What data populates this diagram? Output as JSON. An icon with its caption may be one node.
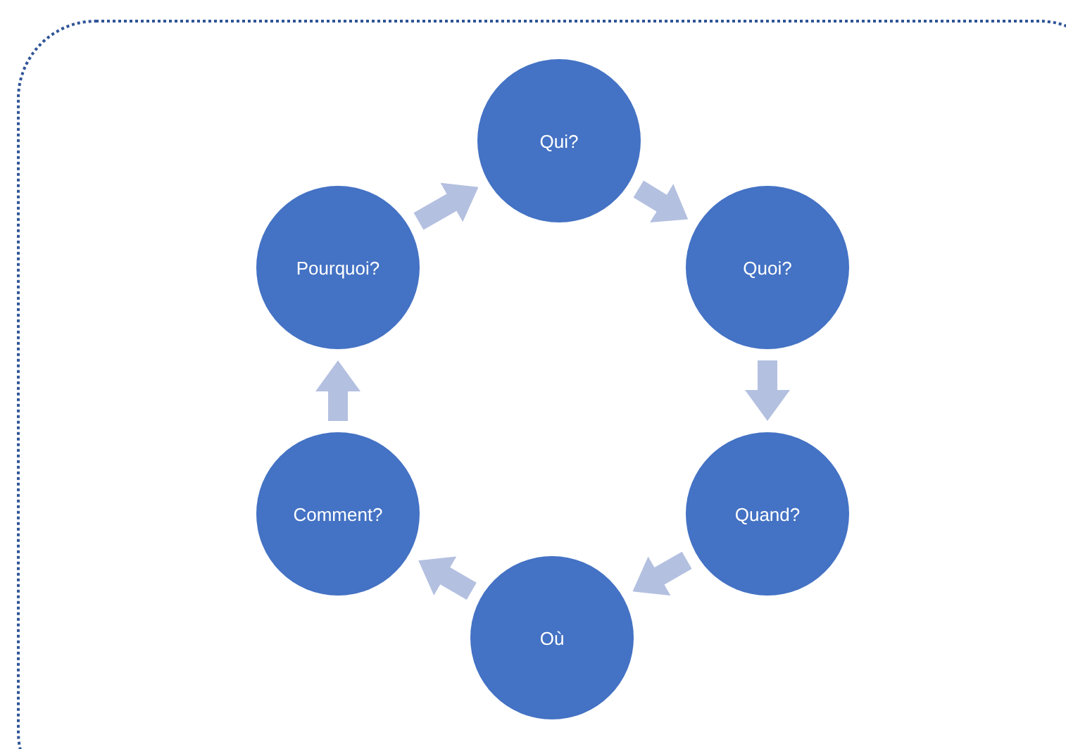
{
  "diagram": {
    "nodes": [
      {
        "text": [
          "Qui?"
        ]
      },
      {
        "text": [
          "Quoi?"
        ]
      },
      {
        "text": [
          "Quand?"
        ]
      },
      {
        "text": [
          "Où"
        ]
      },
      {
        "text": [
          "Comment?"
        ]
      },
      {
        "text": [
          "Pourquoi?"
        ]
      }
    ],
    "edges": [
      {
        "from": 0,
        "to": 1,
        "arrow": "to"
      },
      {
        "from": 1,
        "to": 2,
        "arrow": "to"
      },
      {
        "from": 2,
        "to": 3,
        "arrow": "to"
      },
      {
        "from": 3,
        "to": 4,
        "arrow": "to"
      },
      {
        "from": 4,
        "to": 5,
        "arrow": "to"
      },
      {
        "from": 5,
        "to": 0,
        "arrow": "to"
      }
    ]
  }
}
